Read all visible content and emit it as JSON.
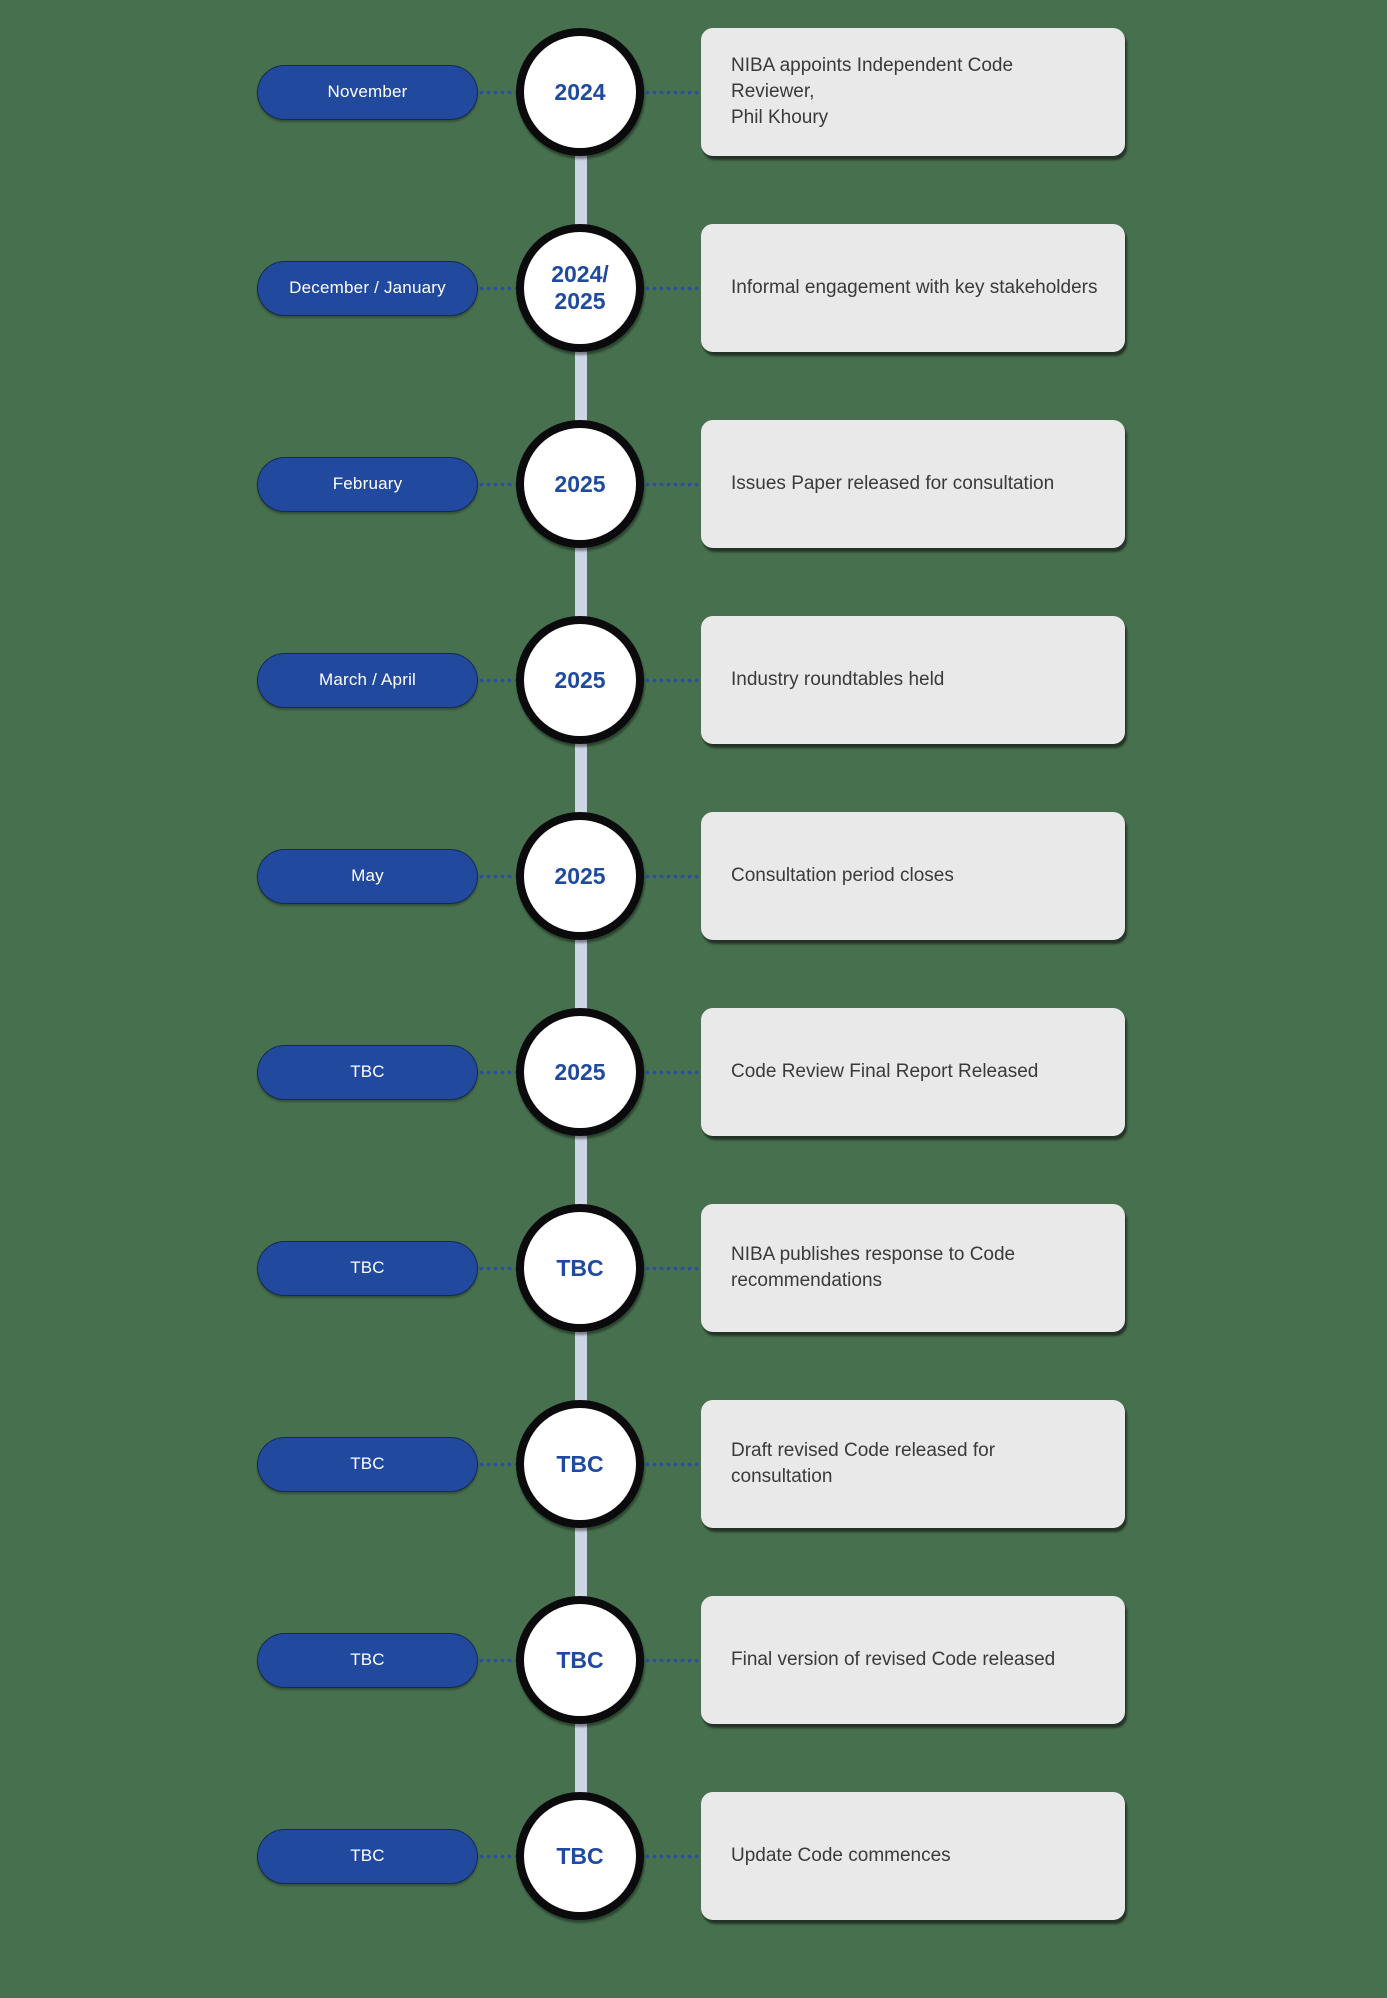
{
  "colors": {
    "background_green": "#47714E",
    "pill_blue": "#21499E",
    "year_text_blue": "#1F4AA0",
    "dotted_line_blue": "#2B4F9E",
    "card_gray": "#E9E9E9",
    "card_text": "#3A3A3A",
    "spine_gray": "#CBD5E4",
    "node_border": "#0B0B0E"
  },
  "timeline": {
    "rows": [
      {
        "period": "November",
        "year": "2024",
        "description": "NIBA appoints Independent Code Reviewer,\nPhil Khoury"
      },
      {
        "period": "December / January",
        "year": "2024/\n2025",
        "description": "Informal engagement with key stakeholders"
      },
      {
        "period": "February",
        "year": "2025",
        "description": "Issues Paper released for consultation"
      },
      {
        "period": "March / April",
        "year": "2025",
        "description": "Industry roundtables held"
      },
      {
        "period": "May",
        "year": "2025",
        "description": "Consultation period closes"
      },
      {
        "period": "TBC",
        "year": "2025",
        "description": "Code Review Final Report Released"
      },
      {
        "period": "TBC",
        "year": "TBC",
        "description": "NIBA publishes response to Code\nrecommendations"
      },
      {
        "period": "TBC",
        "year": "TBC",
        "description": "Draft revised Code released for\nconsultation"
      },
      {
        "period": "TBC",
        "year": "TBC",
        "description": "Final version of revised Code released"
      },
      {
        "period": "TBC",
        "year": "TBC",
        "description": "Update Code commences"
      }
    ]
  }
}
